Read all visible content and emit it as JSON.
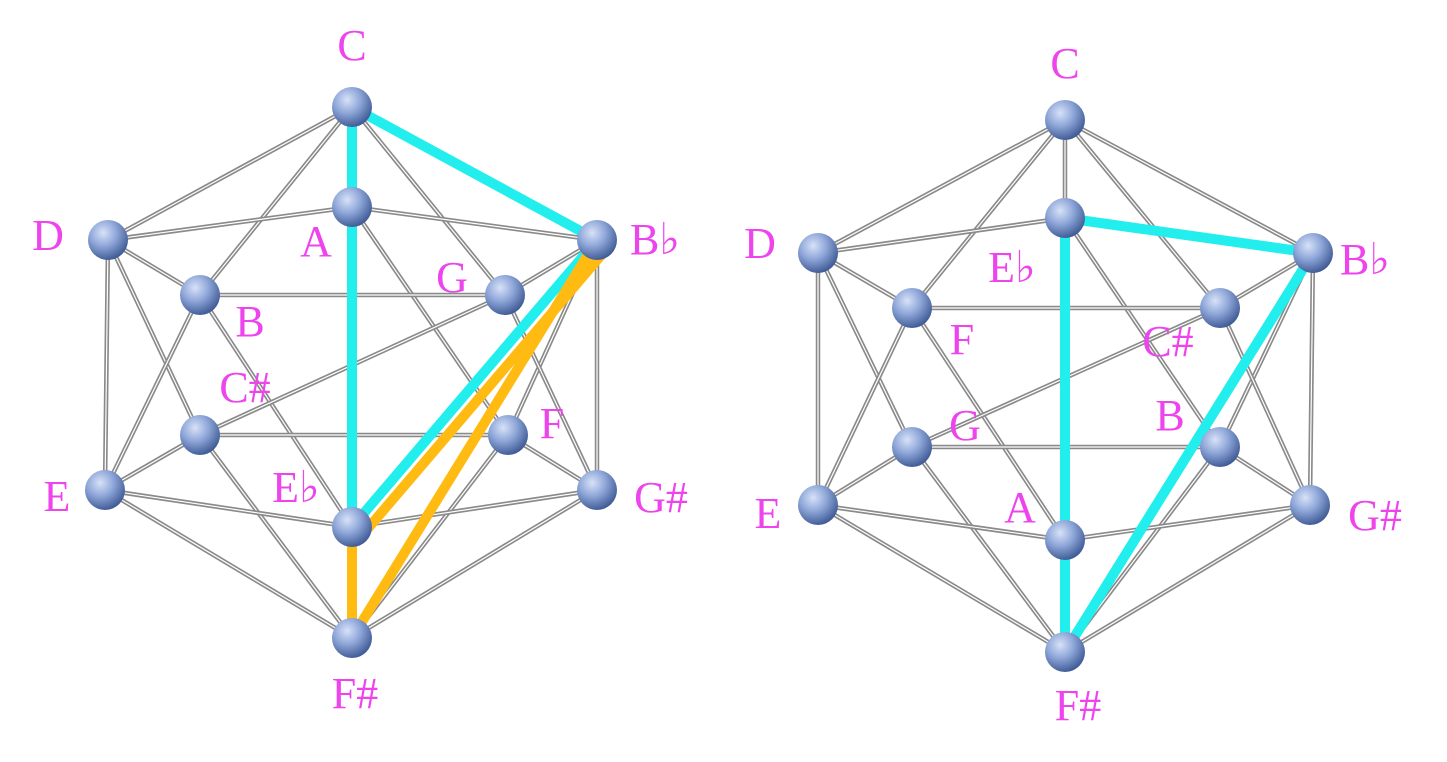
{
  "colors": {
    "label": "#ee44ee",
    "edge": "#999999",
    "highlight_cyan": "#22eeee",
    "highlight_orange": "#ffbb11",
    "node_light": "#b8c8ec",
    "node_dark": "#34508c"
  },
  "diagrams": [
    {
      "id": "left",
      "labels": {
        "C": "C",
        "D": "D",
        "A": "A",
        "Bb": "B♭",
        "B": "B",
        "G": "G",
        "Cs": "C#",
        "F": "F",
        "E": "E",
        "Eb": "E♭",
        "Gs": "G#",
        "Fs": "F#"
      },
      "highlights": [
        {
          "from": "C",
          "to": "Bb",
          "color": "highlight_cyan"
        },
        {
          "from": "C",
          "to": "Eb",
          "color": "highlight_cyan"
        },
        {
          "from": "Bb",
          "to": "Eb",
          "color": "highlight_cyan"
        },
        {
          "from": "Bb",
          "to": "Eb",
          "color": "highlight_orange"
        },
        {
          "from": "Bb",
          "to": "Fs",
          "color": "highlight_orange"
        },
        {
          "from": "Eb",
          "to": "Fs",
          "color": "highlight_orange"
        }
      ]
    },
    {
      "id": "right",
      "labels": {
        "C": "C",
        "D": "D",
        "Eb": "E♭",
        "Bb": "B♭",
        "F": "F",
        "Cs": "C#",
        "G": "G",
        "B": "B",
        "E": "E",
        "A": "A",
        "Gs": "G#",
        "Fs": "F#"
      },
      "highlights": [
        {
          "from": "Eb",
          "to": "Bb",
          "color": "highlight_cyan"
        },
        {
          "from": "Eb",
          "to": "Fs",
          "color": "highlight_cyan"
        },
        {
          "from": "Bb",
          "to": "Fs",
          "color": "highlight_cyan"
        }
      ]
    }
  ]
}
